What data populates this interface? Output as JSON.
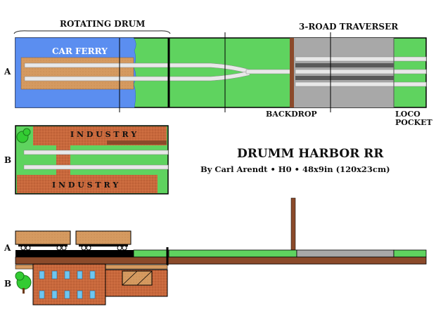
{
  "labels": {
    "rotating_drum": "ROTATING DRUM",
    "traverser": "3-ROAD TRAVERSER",
    "car_ferry": "CAR FERRY",
    "backdrop": "BACKDROP",
    "loco_line1": "LOCO",
    "loco_line2": "POCKET",
    "row_a": "A",
    "row_b": "B",
    "row_a_lower": "A",
    "row_b_lower": "B",
    "industry_top": "I N D U S T R Y",
    "industry_bottom": "I N D U S T R Y"
  },
  "title": {
    "main": "DRUMM HARBOR RR",
    "subtitle": "By Carl Arendt  •  H0  •  48x9in (120x23cm)"
  },
  "colors": {
    "water": "#5b8ef0",
    "grass": "#5fd35f",
    "brick": "#c8683c",
    "wood": "#d59a60",
    "track": "#e8e8e8",
    "traverser_deck": "#a8a8a8",
    "traverser_rail": "#5a5a5a",
    "backdrop": "#8b4a2a",
    "window": "#6ec6f0",
    "tree": "#33cc33",
    "outline": "#000000"
  }
}
